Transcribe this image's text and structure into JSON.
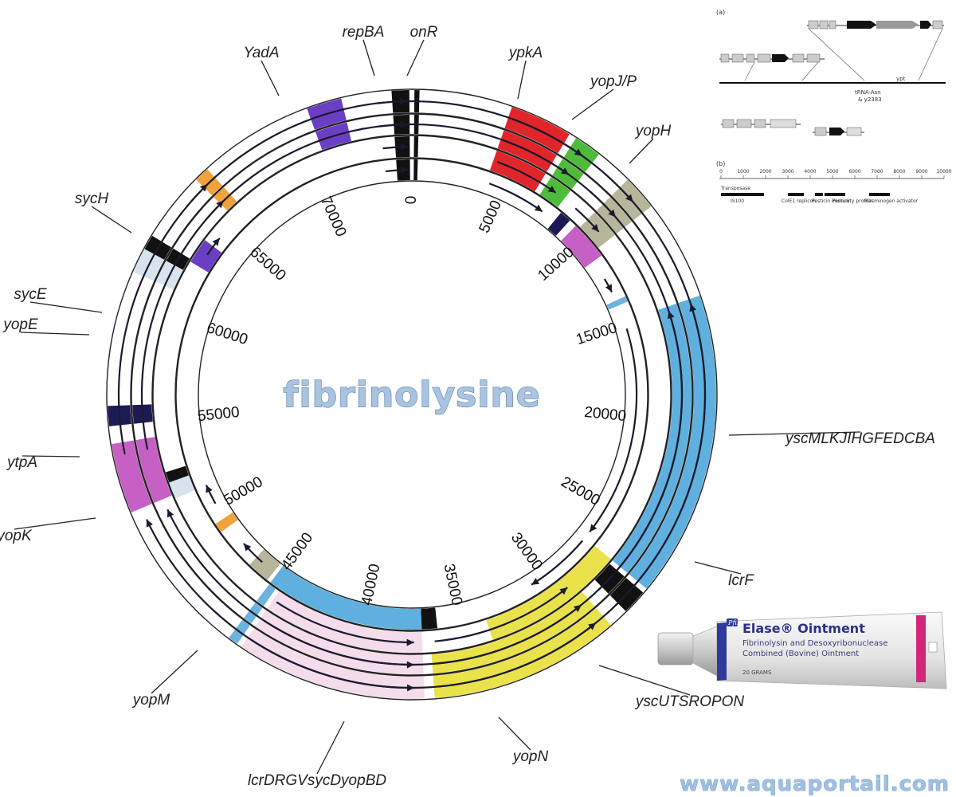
{
  "overlay_title": "fibrinolysine",
  "watermark": "www.aquaportail.com",
  "plasmid": {
    "total": 75000,
    "ring_rows": [
      {
        "r_out": 383,
        "r_in": 353
      },
      {
        "r_out": 352,
        "r_in": 326
      },
      {
        "r_out": 325,
        "r_in": 297
      },
      {
        "r_out": 296,
        "r_in": 268
      }
    ],
    "coordinates": [
      {
        "value": 0,
        "text": "0"
      },
      {
        "value": 5000,
        "text": "5000"
      },
      {
        "value": 10000,
        "text": "10000"
      },
      {
        "value": 15000,
        "text": "15000"
      },
      {
        "value": 20000,
        "text": "20000"
      },
      {
        "value": 25000,
        "text": "25000"
      },
      {
        "value": 30000,
        "text": "30000"
      },
      {
        "value": 35000,
        "text": "35000"
      },
      {
        "value": 40000,
        "text": "40000"
      },
      {
        "value": 45000,
        "text": "45000"
      },
      {
        "value": 50000,
        "text": "50000"
      },
      {
        "value": 55000,
        "text": "55000"
      },
      {
        "value": 60000,
        "text": "60000"
      },
      {
        "value": 65000,
        "text": "65000"
      },
      {
        "value": 70000,
        "text": "70000"
      }
    ],
    "genes": [
      {
        "name": "repBA",
        "color": "#111111",
        "start": 74200,
        "end": 74900,
        "rows": [
          0,
          1,
          2,
          3
        ]
      },
      {
        "name": "onR",
        "color": "#111111",
        "start": 100,
        "end": 300,
        "rows": [
          0,
          1,
          2,
          3
        ]
      },
      {
        "name": "ypkA",
        "color": "#e0262b",
        "start": 4000,
        "end": 6500,
        "rows": [
          0,
          1,
          2
        ]
      },
      {
        "name": "yopJ/P",
        "color": "#4fbb3a",
        "start": 6800,
        "end": 7900,
        "rows": [
          0,
          1,
          2
        ]
      },
      {
        "name": "yopH",
        "color": "#b7b59a",
        "start": 9400,
        "end": 10800,
        "rows": [
          0,
          1,
          2
        ]
      },
      {
        "name": "",
        "color": "#1c1a55",
        "start": 8200,
        "end": 8800,
        "rows": [
          3
        ]
      },
      {
        "name": "",
        "color": "#c760c4",
        "start": 9200,
        "end": 11200,
        "rows": [
          3
        ]
      },
      {
        "name": "",
        "color": "#6cb3de",
        "start": 13600,
        "end": 13900,
        "rows": [
          3
        ]
      },
      {
        "name": "yscMLKJIHGFEDCBA",
        "color": "#5fb0de",
        "start": 14800,
        "end": 27000,
        "rows": [
          0,
          1
        ]
      },
      {
        "name": "lcrF",
        "color": "#111111",
        "start": 27200,
        "end": 28200,
        "rows": [
          0,
          1
        ]
      },
      {
        "name": "",
        "color": "#e9e24a",
        "start": 27000,
        "end": 33700,
        "rows": [
          2
        ]
      },
      {
        "name": "yscUTSROPON",
        "color": "#e9e24a",
        "start": 29000,
        "end": 35400,
        "rows": [
          0,
          1
        ]
      },
      {
        "name": "yopN",
        "color": "#e9e24a",
        "start": 35400,
        "end": 36600,
        "rows": [
          0,
          1
        ]
      },
      {
        "name": "",
        "color": "#111111",
        "start": 36200,
        "end": 37000,
        "rows": [
          3
        ]
      },
      {
        "name": "",
        "color": "#5fb0de",
        "start": 37000,
        "end": 45200,
        "rows": [
          3
        ]
      },
      {
        "name": "lcrDRGVsycDyopBD",
        "color": "#f4dcea",
        "start": 37000,
        "end": 44600,
        "rows": [
          0,
          1,
          2
        ]
      },
      {
        "name": "yopM",
        "color": "#6cb3de",
        "start": 44800,
        "end": 45200,
        "rows": [
          0,
          1,
          2
        ]
      },
      {
        "name": "",
        "color": "#b7b59a",
        "start": 45400,
        "end": 46600,
        "rows": [
          3
        ]
      },
      {
        "name": "",
        "color": "#f0a33b",
        "start": 48800,
        "end": 49300,
        "rows": [
          3
        ]
      },
      {
        "name": "yopK",
        "color": "#c760c4",
        "start": 51500,
        "end": 54300,
        "rows": [
          0,
          1
        ]
      },
      {
        "name": "ytpA",
        "color": "#1c1a55",
        "start": 55000,
        "end": 55800,
        "rows": [
          0,
          1
        ]
      },
      {
        "name": "",
        "color": "#d7e4ee",
        "start": 51300,
        "end": 52100,
        "rows": [
          2
        ]
      },
      {
        "name": "",
        "color": "#111111",
        "start": 52100,
        "end": 52600,
        "rows": [
          2
        ]
      },
      {
        "name": "yopE",
        "color": "#d7e4ee",
        "start": 61200,
        "end": 62200,
        "rows": [
          0,
          1
        ]
      },
      {
        "name": "sycE",
        "color": "#111111",
        "start": 62200,
        "end": 62800,
        "rows": [
          0,
          1
        ]
      },
      {
        "name": "sycH",
        "color": "#f0a33b",
        "start": 65600,
        "end": 66200,
        "rows": [
          0,
          1
        ]
      },
      {
        "name": "",
        "color": "#6b3fc4",
        "start": 62700,
        "end": 63900,
        "rows": [
          2
        ]
      },
      {
        "name": "YadA",
        "color": "#6b3fc4",
        "start": 70800,
        "end": 72200,
        "rows": [
          0,
          1
        ]
      }
    ]
  },
  "inset": {
    "panel_a": "(a)",
    "panel_b": "(b)",
    "trna_label": "tRNA-Asn",
    "trna_sub": "& y2383",
    "ypt_label": "ypt",
    "ticks_b": [
      "0",
      "1000",
      "2000",
      "3000",
      "4000",
      "5000",
      "6000",
      "7000",
      "8000",
      "9000",
      "10000"
    ],
    "features_b": [
      "Transposase",
      "IS100",
      "ColE1 replicon",
      "Pesticin immunity protein",
      "Pesticin",
      "Plasminogen activator"
    ]
  },
  "tube": {
    "logo": "Pfizer",
    "brand": "Elase® Ointment",
    "line1": "Fibrinolysin and Desoxyribonuclease",
    "line2": "Combined (Bovine) Ointment",
    "grams": "20 GRAMS"
  }
}
